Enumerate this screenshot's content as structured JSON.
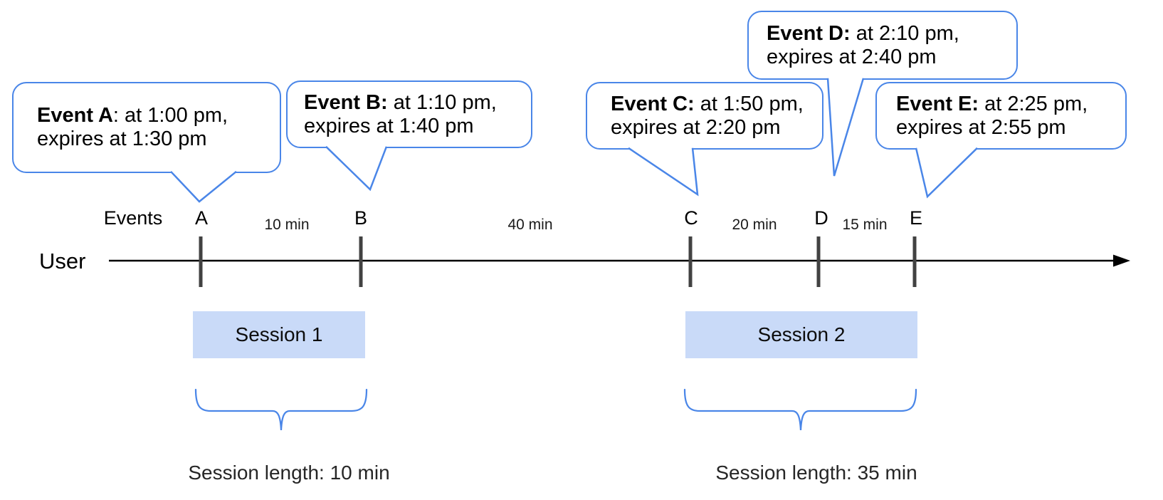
{
  "timeline": {
    "user_label": "User",
    "events_header_label": "Events",
    "event_letters": [
      "A",
      "B",
      "C",
      "D",
      "E"
    ]
  },
  "callouts": [
    {
      "event": "A",
      "bold": "Event A",
      "line1_rest": ": at 1:00 pm,",
      "line2": "expires at 1:30 pm"
    },
    {
      "event": "B",
      "bold": "Event B:",
      "line1_rest": " at 1:10 pm,",
      "line2": "expires at 1:40 pm"
    },
    {
      "event": "C",
      "bold": "Event C:",
      "line1_rest": " at 1:50 pm,",
      "line2": "expires at 2:20 pm"
    },
    {
      "event": "D",
      "bold": "Event D:",
      "line1_rest": " at 2:10 pm,",
      "line2": "expires at 2:40 pm"
    },
    {
      "event": "E",
      "bold": "Event E:",
      "line1_rest": " at 2:25 pm,",
      "line2": "expires at 2:55 pm"
    }
  ],
  "intervals": [
    {
      "between": "A-B",
      "label": "10 min"
    },
    {
      "between": "B-C",
      "label": "40 min"
    },
    {
      "between": "C-D",
      "label": "20 min"
    },
    {
      "between": "D-E",
      "label": "15 min"
    }
  ],
  "sessions": [
    {
      "label": "Session 1",
      "length_label": "Session length: 10 min"
    },
    {
      "label": "Session 2",
      "length_label": "Session length: 35 min"
    }
  ],
  "colors": {
    "callout_border_blue": "#4a86e8",
    "session_fill_blue": "#c9daf8",
    "tick_gray": "#424242",
    "axis_black": "#000000"
  }
}
